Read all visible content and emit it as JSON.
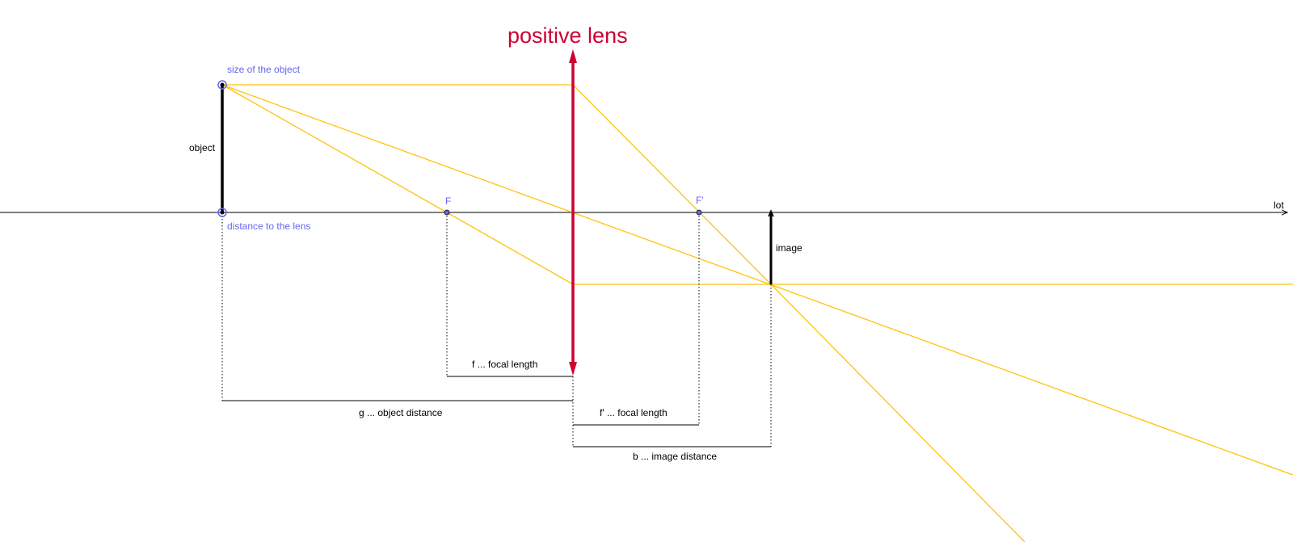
{
  "title": "positive lens",
  "axis_label": "lot",
  "handles": {
    "size_label": "size of the object",
    "distance_label": "distance to the lens"
  },
  "object_label": "object",
  "image_label": "image",
  "focal_points": {
    "front": "F",
    "back": "F'"
  },
  "dimensions": {
    "f": "f ... focal length",
    "g": "g ... object distance",
    "f_prime": "f' ... focal length",
    "b": "b ... image distance"
  },
  "colors": {
    "lens": "#cc0033",
    "ray": "#ffc20e",
    "point": "#6666ee",
    "axis": "#000000"
  }
}
